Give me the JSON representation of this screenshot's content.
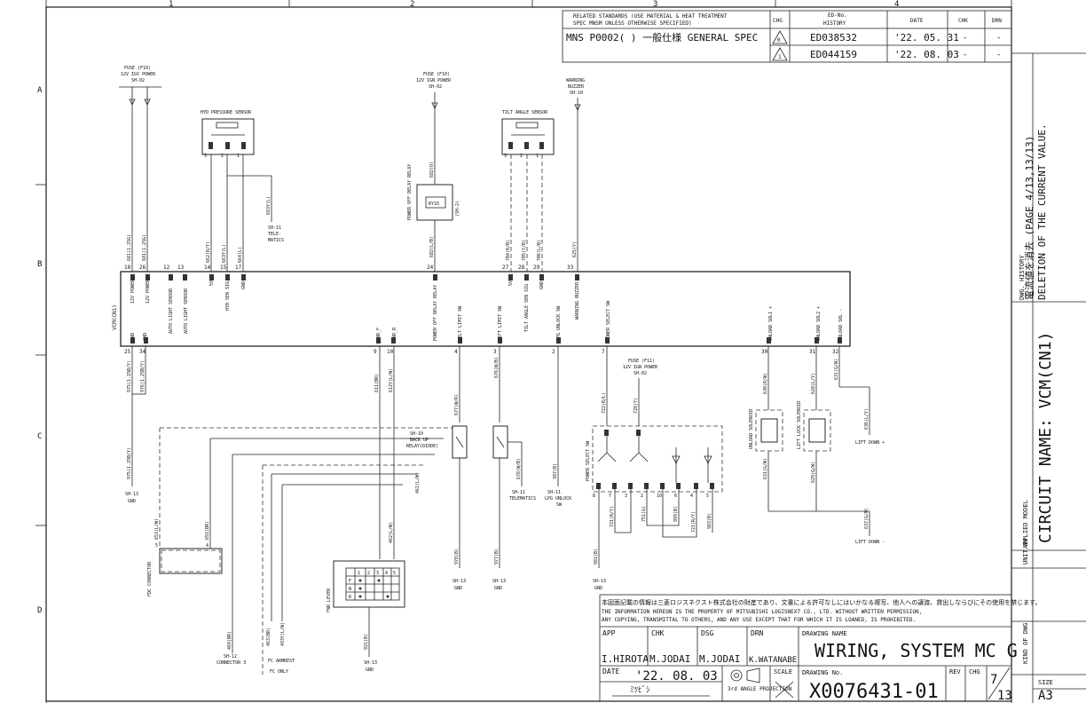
{
  "grid": {
    "cols": [
      "1",
      "2",
      "3",
      "4"
    ],
    "rows": [
      "A",
      "B",
      "C",
      "D"
    ]
  },
  "header": {
    "std_line1": "RELATED STANDARDS (USE MATERIAL & HEAT TREATMENT",
    "std_line2": "SPEC MNSM UNLESS OTHERWISE SPECIFIED)",
    "std_spec": "MNS P0002(    ) 一般仕様 GENERAL SPEC",
    "col_chg": "CHG",
    "col_ed_1": "ED-No.",
    "col_ed_2": "HISTORY",
    "col_date": "DATE",
    "col_chk": "CHK",
    "col_drn": "DRN",
    "rows": [
      {
        "chg": "0",
        "ed": "ED038532",
        "date": "'22. 05. 31",
        "chk": "-",
        "drn": "-"
      },
      {
        "chg": "1",
        "ed": "ED044159",
        "date": "'22. 08. 03",
        "chk": "-",
        "drn": "-"
      }
    ]
  },
  "side": {
    "history_title": "DWG. HISTORY",
    "history_1": "電流値を消去 (PAGE 4/13,13/13)",
    "history_2": "DELETION OF THE CURRENT VALUE.",
    "circuit_name": "CIRCUIT NAME: VCM(CN1)",
    "applied_model": "APPLIED MODEL",
    "unit_no": "UNIT No.",
    "kind_of_dwg": "KIND OF DWG"
  },
  "titleblock": {
    "notice_jp": "本図面記載の情報は三菱ロジスネクスト株式会社の財産であり、文書による許可なしにはいかなる複写、他人への譲渡、貸出しならびにその使用を禁じます。",
    "notice_en_1": "THE INFORMATION HEREON IS THE PROPERTY OF MITSUBISHI LOGISNEXT CO., LTD. WITHOUT WRITTEN PERMISSION,",
    "notice_en_2": "ANY COPYING, TRANSMITTAL TO OTHERS, AND ANY USE EXCEPT THAT FOR WHICH IT IS LOANED, IS PROHIBITED.",
    "app_label": "APP",
    "chk_label": "CHK",
    "dsg_label": "DSG",
    "drn_label": "DRN",
    "app": "I.HIROTA",
    "chk": "M.JODAI",
    "dsg": "M.JODAI",
    "drn": "K.WATANABE",
    "date_label": "DATE",
    "date": "'22. 08. 03",
    "scale_label": "SCALE",
    "projection": "3rd ANGLE PROJECTION",
    "drawing_name_label": "DRAWING NAME",
    "drawing_name": "WIRING, SYSTEM MC G",
    "drawing_no_label": "DRAWING No.",
    "drawing_no": "X0076431-01",
    "rev_label": "REV",
    "chg_label": "CHG",
    "page": "7",
    "pages": "13",
    "size_label": "SIZE",
    "size": "A3"
  },
  "diagram": {
    "fuse_f10_a": [
      "FUSE (F10)",
      "12V IGV POWER",
      "SH-02"
    ],
    "fuse_f10_b": [
      "FUSE (F10)",
      "12V IGN POWER",
      "SH-02"
    ],
    "warning_buzzer": [
      "WARNING",
      "BUZZER",
      "SH-10"
    ],
    "hyd_sensor": "HYD PRESSURE SENSOR",
    "tilt_sensor": "TILT ANGLE SENSOR",
    "telematics_ref": [
      "SH-11",
      "TELE-",
      "MATICS"
    ],
    "relay_label": "POWER OFF DELAY RELAY",
    "relay_id": "RY16",
    "relay_sh": "(SH-2)",
    "vcm_label": "VCM(CN1)",
    "top_pins": [
      "18",
      "26",
      "12",
      "13",
      "14",
      "15",
      "17",
      "24",
      "27",
      "28",
      "29",
      "33"
    ],
    "top_funcs": [
      "12V POWER",
      "12V POWER",
      "AUTO LIGHT SENSOR",
      "AUTO LIGHT SENSOR",
      "5V",
      "HYD SEN SIG",
      "GND",
      "POWER OFF DELAY RELAY",
      "5V",
      "TILT ANGLE SEN SIG",
      "GND",
      "WARNING BUZZER"
    ],
    "bot_pins": [
      "25",
      "34",
      "9",
      "10",
      "4",
      "3",
      "2",
      "7",
      "30",
      "31",
      "32"
    ],
    "bot_funcs": [
      "GND",
      "GND",
      "FNR_F",
      "FNR_R",
      "TILT LIMIT SW",
      "LIFT LIMIT SW",
      "LPG UNLOCK SW",
      "POWER SELECT SW",
      "UNLOAD SOL1 +",
      "UNLOAD SOL2 +",
      "UNLOAD SOL -"
    ],
    "wires_top": [
      "681(1.25G)",
      "681(1.25G)",
      "662(R/Y)",
      "663Y(L)",
      "664(L)",
      "682(L/B)",
      "704(R/B)",
      "705(Y/B)",
      "706(L/B)",
      "625(Y)"
    ],
    "wires_misc": [
      "693Y(L)",
      "682(O)"
    ],
    "wires_bot": [
      "975(1.25B/Y)",
      "976(1.25B/Y)",
      "611(BR)",
      "612Y(L/W)",
      "677(W/R)",
      "676(W/B)",
      "678(W/B)",
      "387(B)",
      "722(R/L)",
      "728(Y)",
      "630(R/W)",
      "628(L/Y)",
      "631(G/W)",
      "636(L/Y)",
      "637(G/W)",
      "631(G/W)",
      "629(G/W)"
    ],
    "backup_relay": [
      "SH-10",
      "BACK UP",
      "RELAY(DIODE)"
    ],
    "fuse_f11": [
      "FUSE (F11)",
      "12V IGN POWER",
      "SH-02"
    ],
    "telematics_c": [
      "SH-11",
      "TELEMATICS"
    ],
    "lpg_unlock": [
      "SH-11",
      "LPG UNLOCK",
      "SW"
    ],
    "power_select_sw": "POWER SELECT SW",
    "ps_pins": [
      "8",
      "7",
      "3",
      "2",
      "10",
      "6",
      "4",
      "5"
    ],
    "ps_wires": [
      "721(R/Y)",
      "751(G)",
      "999(B)",
      "721(R/Y)",
      "983(B)"
    ],
    "unload_sol": "UNLOAD SOLENOID",
    "lift_lock_sol": "LIFT LOCK SOLENOID",
    "lift_down_plus": "LIFT DOWN +",
    "lift_down_minus": "LIFT DOWN -",
    "gnd_refs": [
      "SH-13",
      "GND"
    ],
    "wire_653": "653(L/W)",
    "wire_651": "651(BR)",
    "fdc_connector": "FDC CONNECTOR",
    "wire_469": "469(BR)",
    "wire_463": "463(BR)",
    "wire_493": "493Y(L/W)",
    "sh12_conn": [
      "SH-12",
      "CONNECTOR 3"
    ],
    "fc_armrest": [
      "FC ARMREST",
      "FC ONLY"
    ],
    "wire_461": "461(L/W)",
    "wire_462": "462(L/W)",
    "fnr_lever": "FNR LEVER",
    "fnr_cols": [
      "1",
      "2",
      "3",
      "4",
      "5"
    ],
    "fnr_rows": [
      "F",
      "N",
      "R"
    ],
    "wire_921": "921(B)",
    "wire_978": "978(B)",
    "wire_977": "977(B)",
    "wire_981": "981(B)"
  }
}
